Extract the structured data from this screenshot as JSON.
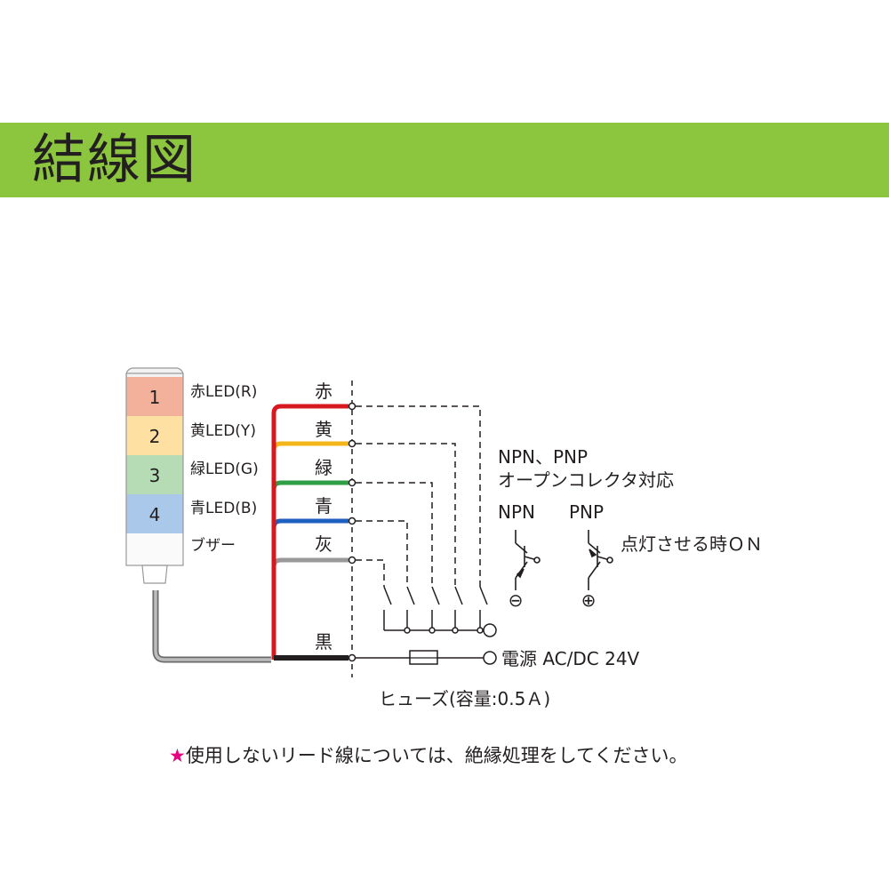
{
  "header": {
    "title": "結線図",
    "background": "#8cc63f"
  },
  "tower": {
    "tiers": [
      {
        "number": "1",
        "label": "赤LED(R)",
        "color": "#f3b19c"
      },
      {
        "number": "2",
        "label": "黄LED(Y)",
        "color": "#ffe0a3"
      },
      {
        "number": "3",
        "label": "緑LED(G)",
        "color": "#b6dcb5"
      },
      {
        "number": "4",
        "label": "青LED(B)",
        "color": "#a9c8ea"
      }
    ],
    "buzzer_label": "ブザー"
  },
  "wires": [
    {
      "name": "赤",
      "color": "#d7191f"
    },
    {
      "name": "黄",
      "color": "#f4b51b"
    },
    {
      "name": "緑",
      "color": "#2f9e44"
    },
    {
      "name": "青",
      "color": "#1f5fbf"
    },
    {
      "name": "灰",
      "color": "#999999"
    },
    {
      "name": "黒",
      "color": "#231f20"
    }
  ],
  "open_collector": {
    "line1": "NPN、PNP",
    "line2": "オープンコレクタ対応"
  },
  "transistors": {
    "npn_label": "NPN",
    "pnp_label": "PNP",
    "npn_sign": "⊖",
    "pnp_sign": "⊕"
  },
  "lighting_note": "点灯させる時ＯＮ",
  "power_label": "電源 AC/DC 24V",
  "fuse_label": "ヒューズ(容量:0.5Ａ)",
  "footnote": {
    "star": "★",
    "text": "使用しないリード線については、絶縁処理をしてください。"
  }
}
